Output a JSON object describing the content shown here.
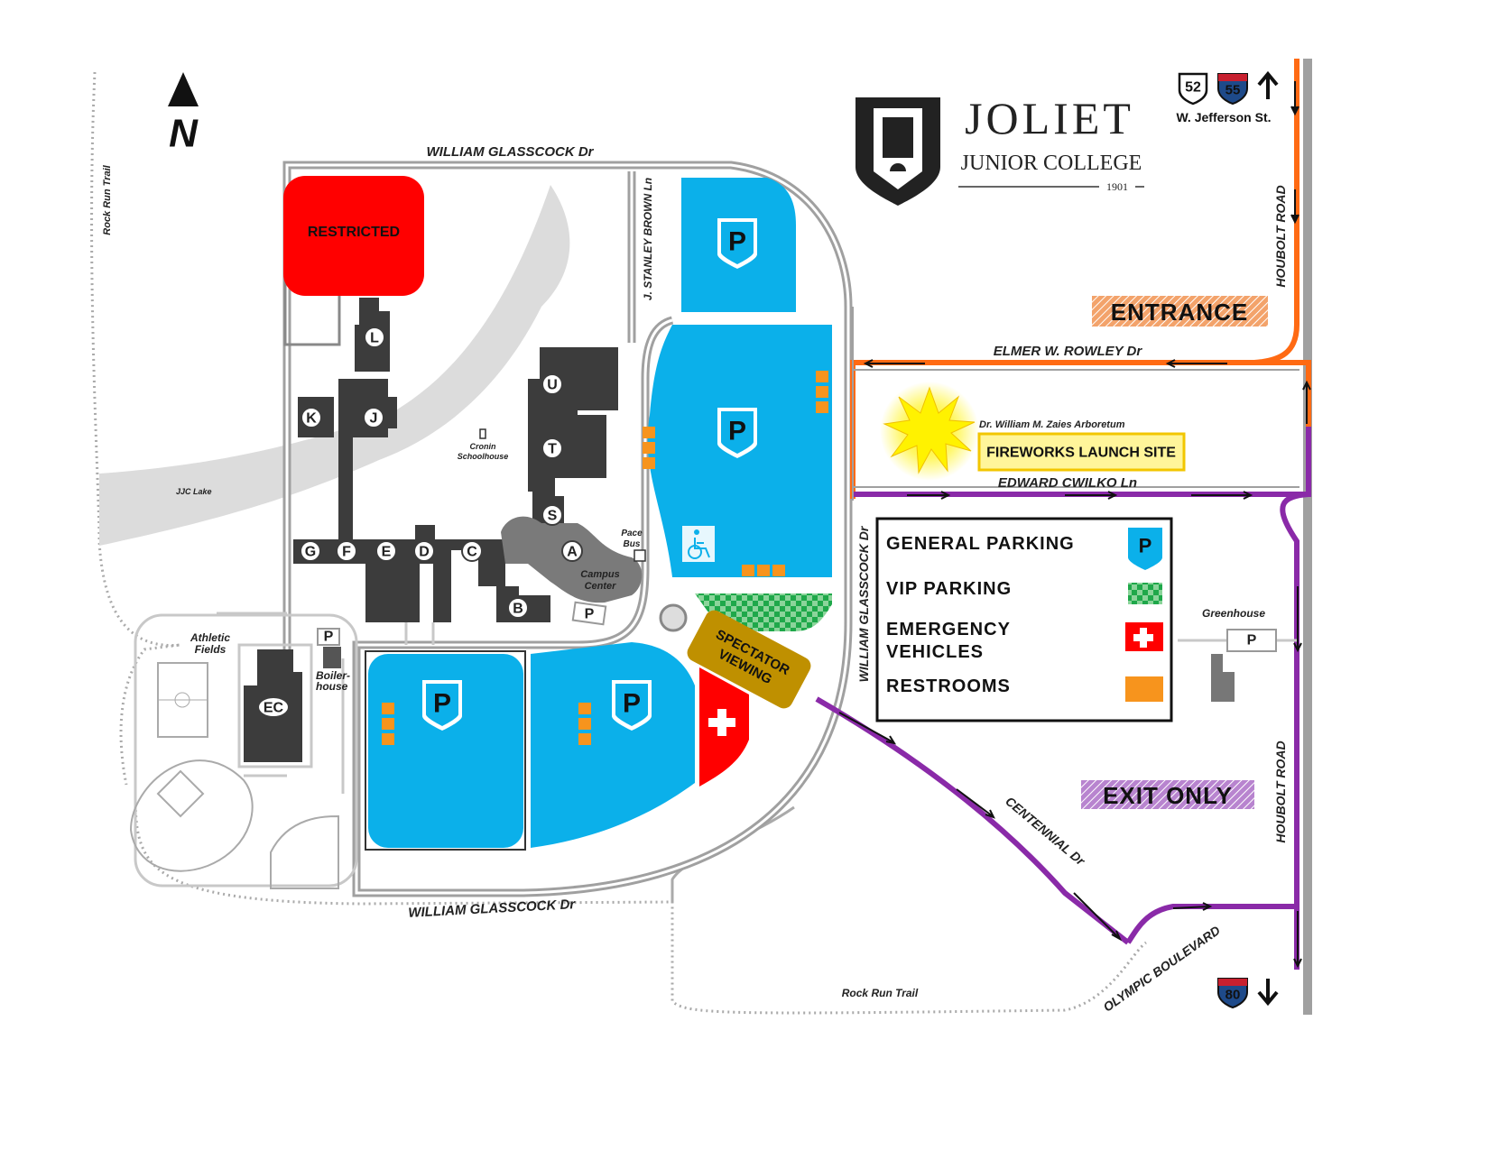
{
  "compass": {
    "letter": "N"
  },
  "logo": {
    "name": "JOLIET",
    "sub": "JUNIOR COLLEGE",
    "year": "1901"
  },
  "highways": {
    "north": [
      "52",
      "55"
    ],
    "south": "80",
    "north_label": "W. Jefferson St."
  },
  "roads": {
    "glasscock_top": "WILLIAM GLASSCOCK Dr",
    "glasscock_bottom": "WILLIAM GLASSCOCK Dr",
    "glasscock_vertical": "WILLIAM GLASSCOCK Dr",
    "stanley_brown": "J. STANLEY BROWN Ln",
    "rowley": "ELMER W. ROWLEY Dr",
    "cwilko": "EDWARD CWILKO Ln",
    "houbolt_top": "HOUBOLT ROAD",
    "houbolt_bottom": "HOUBOLT ROAD",
    "centennial": "CENTENNIAL Dr",
    "olympic": "OLYMPIC BOULEVARD",
    "rock_run_left": "Rock Run Trail",
    "rock_run_bottom": "Rock Run Trail"
  },
  "areas": {
    "restricted": "RESTRICTED",
    "entrance": "ENTRANCE",
    "exit": "EXIT ONLY",
    "fireworks": "FIREWORKS LAUNCH SITE",
    "arboretum": "Dr. William M. Zaies Arboretum",
    "spectator_1": "SPECTATOR",
    "spectator_2": "VIEWING",
    "greenhouse": "Greenhouse",
    "athletic_1": "Athletic",
    "athletic_2": "Fields",
    "boiler_1": "Boiler-",
    "boiler_2": "house",
    "cronin_1": "Cronin",
    "cronin_2": "Schoolhouse",
    "campus_1": "Campus",
    "campus_2": "Center",
    "pace_1": "Pace",
    "pace_2": "Bus",
    "lake": "JJC Lake"
  },
  "parking_symbol": "P",
  "buildings": [
    "L",
    "K",
    "J",
    "U",
    "T",
    "S",
    "A",
    "G",
    "F",
    "E",
    "D",
    "C",
    "B",
    "EC"
  ],
  "legend": [
    {
      "label": "GENERAL PARKING"
    },
    {
      "label": "VIP PARKING"
    },
    {
      "label": "EMERGENCY",
      "label2": "VEHICLES"
    },
    {
      "label": "RESTROOMS"
    }
  ],
  "colors": {
    "parking": "#0bb0ea",
    "restricted": "#ff0000",
    "entrance_route": "#ff6a13",
    "exit_route": "#8a2aa8",
    "vip": "#1fa84a",
    "restroom": "#f7941d",
    "spectator": "#bf9000",
    "fireworks_box": "#fff59a",
    "road": "#999999",
    "building": "#3c3c3c"
  }
}
